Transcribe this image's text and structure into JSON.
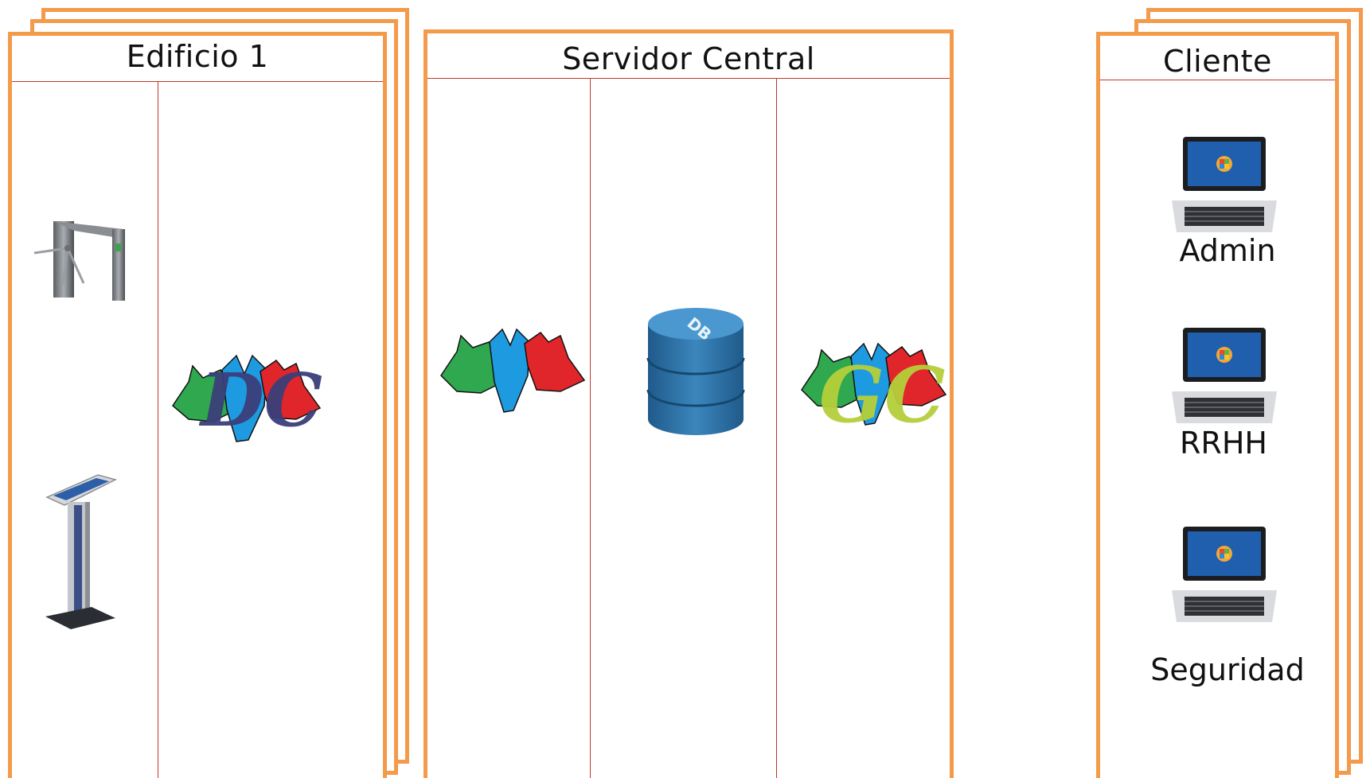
{
  "panels": {
    "building": {
      "title": "Edificio 1"
    },
    "server": {
      "title": "Servidor Central"
    },
    "client": {
      "title": "Cliente",
      "roles": [
        "Admin",
        "RRHH",
        "Seguridad"
      ]
    }
  },
  "icons": {
    "turnstile": "turnstile-icon",
    "kiosk": "kiosk-terminal-icon",
    "dc_logo": "wolves-dc-logo",
    "wolves_logo": "wolves-logo",
    "database": "database-icon",
    "gc_logo": "wolves-gc-logo",
    "laptop": "laptop-icon"
  },
  "logo_text": {
    "dc": "DC",
    "gc": "GC",
    "db": "DB"
  },
  "colors": {
    "frame_border": "#f39a4b",
    "divider": "#c0392b",
    "wolf_green": "#2fa84f",
    "wolf_blue": "#1e9be0",
    "wolf_red": "#e0262b",
    "dc_letters": "#3b3f7a",
    "gc_letters": "#b5cf3a",
    "db_blue": "#2c6fa3"
  }
}
